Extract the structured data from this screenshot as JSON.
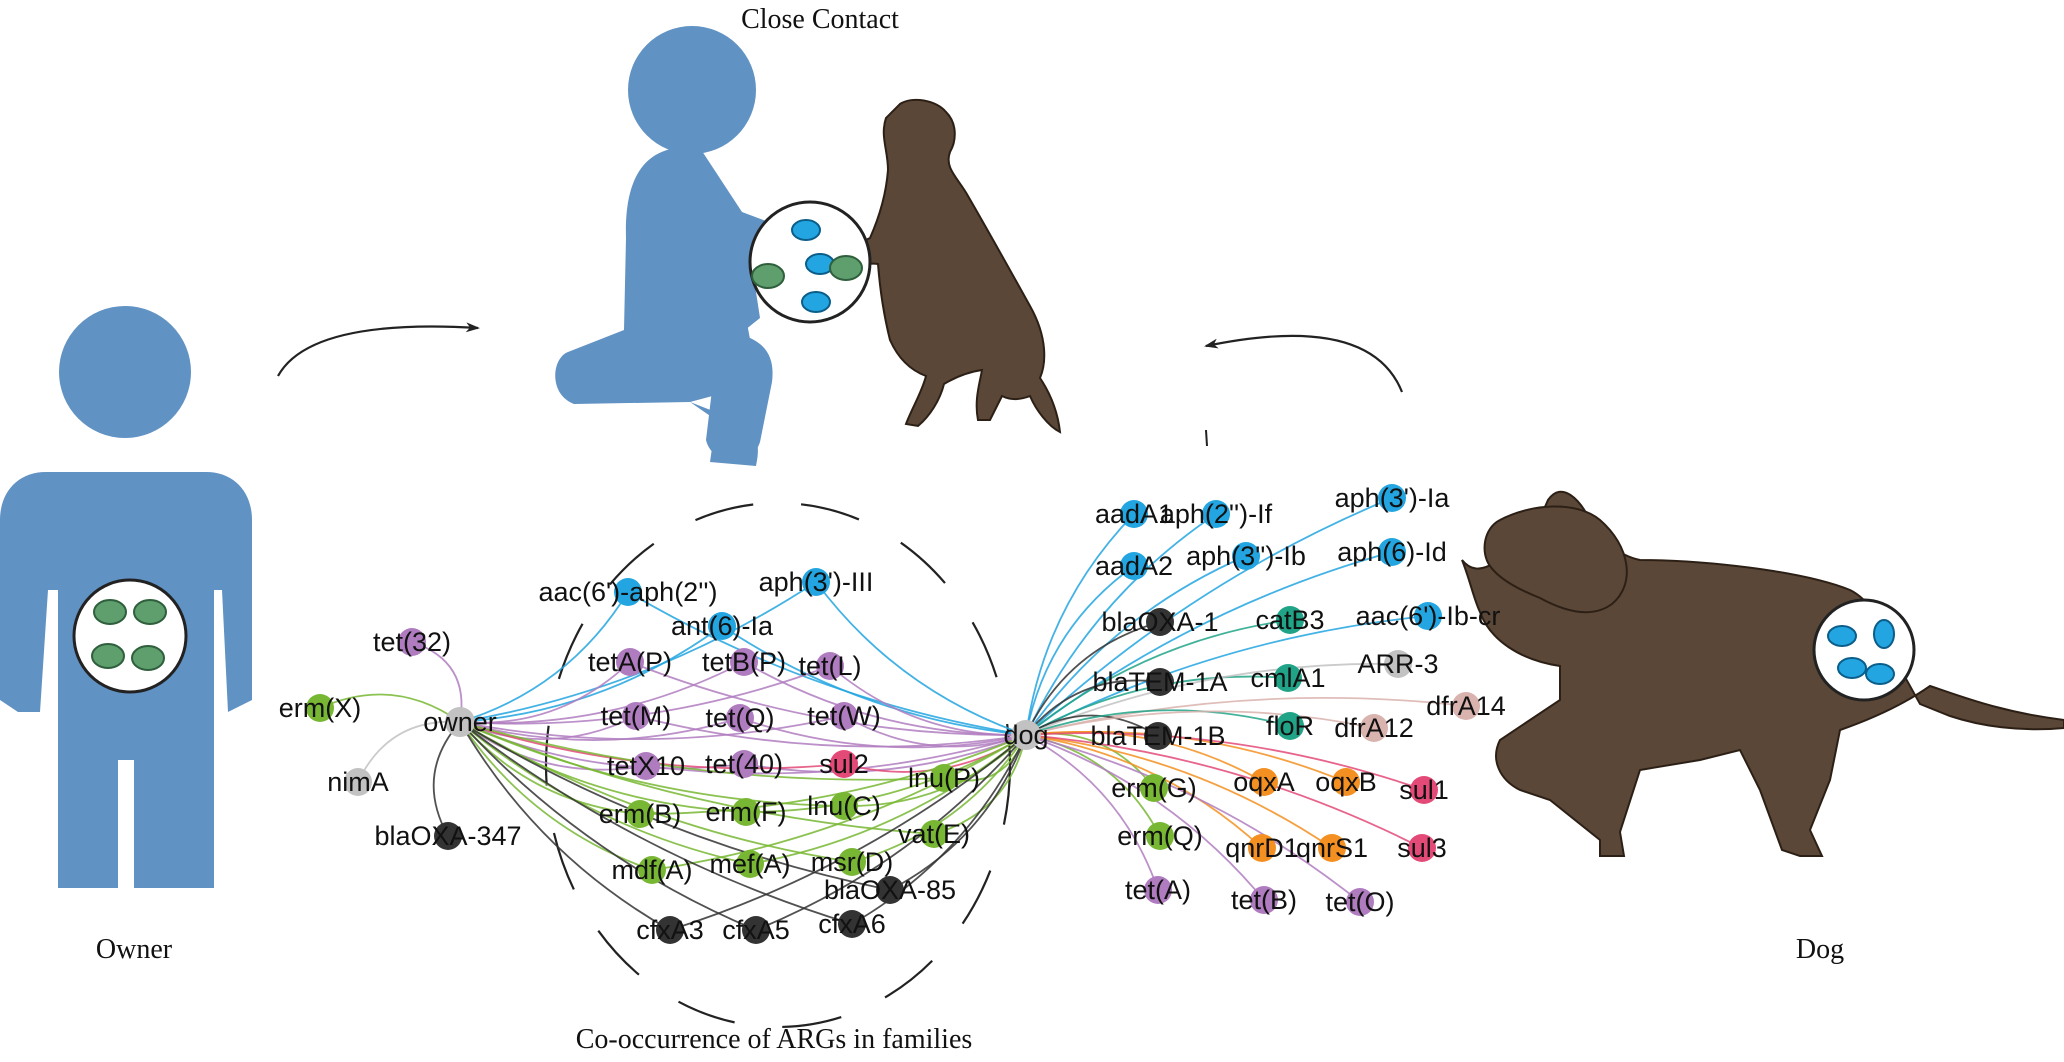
{
  "labels": {
    "close_contact": "Close Contact",
    "owner": "Owner",
    "dog": "Dog",
    "cooccurrence": "Co-occurrence of ARGs in families"
  },
  "colors": {
    "person": "#6092c4",
    "dog": "#5b4737",
    "aminoglycoside": "#22a5e0",
    "tetracycline": "#b07cc0",
    "mls": "#78b733",
    "betalactam": "#333333",
    "sulfonamide": "#e34a78",
    "phenicol": "#21a387",
    "quinolone": "#f39021",
    "trimethoprim": "#d9b3ae",
    "other": "#c2c2c2"
  },
  "network": {
    "hubs": [
      {
        "id": "owner",
        "label": "owner",
        "group": "other"
      },
      {
        "id": "dog",
        "label": "dog",
        "group": "other"
      }
    ],
    "genes": [
      {
        "label": "tet(32)",
        "group": "tetracycline",
        "links": [
          "owner"
        ]
      },
      {
        "label": "erm(X)",
        "group": "mls",
        "links": [
          "owner"
        ]
      },
      {
        "label": "nimA",
        "group": "other",
        "links": [
          "owner"
        ]
      },
      {
        "label": "blaOXA-347",
        "group": "betalactam",
        "links": [
          "owner"
        ]
      },
      {
        "label": "aac(6')-aph(2'')",
        "group": "aminoglycoside",
        "links": [
          "owner",
          "dog"
        ]
      },
      {
        "label": "aph(3')-III",
        "group": "aminoglycoside",
        "links": [
          "owner",
          "dog"
        ]
      },
      {
        "label": "ant(6)-Ia",
        "group": "aminoglycoside",
        "links": [
          "owner",
          "dog"
        ]
      },
      {
        "label": "tetA(P)",
        "group": "tetracycline",
        "links": [
          "owner",
          "dog"
        ]
      },
      {
        "label": "tetB(P)",
        "group": "tetracycline",
        "links": [
          "owner",
          "dog"
        ]
      },
      {
        "label": "tet(L)",
        "group": "tetracycline",
        "links": [
          "owner",
          "dog"
        ]
      },
      {
        "label": "tet(M)",
        "group": "tetracycline",
        "links": [
          "owner",
          "dog"
        ]
      },
      {
        "label": "tet(Q)",
        "group": "tetracycline",
        "links": [
          "owner",
          "dog"
        ]
      },
      {
        "label": "tet(W)",
        "group": "tetracycline",
        "links": [
          "owner",
          "dog"
        ]
      },
      {
        "label": "tetX10",
        "group": "tetracycline",
        "links": [
          "owner",
          "dog"
        ]
      },
      {
        "label": "tet(40)",
        "group": "tetracycline",
        "links": [
          "owner",
          "dog"
        ]
      },
      {
        "label": "sul2",
        "group": "sulfonamide",
        "links": [
          "owner",
          "dog"
        ]
      },
      {
        "label": "lnu(P)",
        "group": "mls",
        "links": [
          "owner",
          "dog"
        ]
      },
      {
        "label": "erm(B)",
        "group": "mls",
        "links": [
          "owner",
          "dog"
        ]
      },
      {
        "label": "erm(F)",
        "group": "mls",
        "links": [
          "owner",
          "dog"
        ]
      },
      {
        "label": "lnu(C)",
        "group": "mls",
        "links": [
          "owner",
          "dog"
        ]
      },
      {
        "label": "vat(E)",
        "group": "mls",
        "links": [
          "owner",
          "dog"
        ]
      },
      {
        "label": "mdf(A)",
        "group": "mls",
        "links": [
          "owner",
          "dog"
        ]
      },
      {
        "label": "mef(A)",
        "group": "mls",
        "links": [
          "owner",
          "dog"
        ]
      },
      {
        "label": "msr(D)",
        "group": "mls",
        "links": [
          "owner",
          "dog"
        ]
      },
      {
        "label": "blaOXA-85",
        "group": "betalactam",
        "links": [
          "owner",
          "dog"
        ]
      },
      {
        "label": "cfxA3",
        "group": "betalactam",
        "links": [
          "owner",
          "dog"
        ]
      },
      {
        "label": "cfxA5",
        "group": "betalactam",
        "links": [
          "owner",
          "dog"
        ]
      },
      {
        "label": "cfxA6",
        "group": "betalactam",
        "links": [
          "owner",
          "dog"
        ]
      },
      {
        "label": "aadA1",
        "group": "aminoglycoside",
        "links": [
          "dog"
        ]
      },
      {
        "label": "aph(2'')-If",
        "group": "aminoglycoside",
        "links": [
          "dog"
        ]
      },
      {
        "label": "aph(3')-Ia",
        "group": "aminoglycoside",
        "links": [
          "dog"
        ]
      },
      {
        "label": "aadA2",
        "group": "aminoglycoside",
        "links": [
          "dog"
        ]
      },
      {
        "label": "aph(3'')-Ib",
        "group": "aminoglycoside",
        "links": [
          "dog"
        ]
      },
      {
        "label": "aph(6)-Id",
        "group": "aminoglycoside",
        "links": [
          "dog"
        ]
      },
      {
        "label": "blaOXA-1",
        "group": "betalactam",
        "links": [
          "dog"
        ]
      },
      {
        "label": "catB3",
        "group": "phenicol",
        "links": [
          "dog"
        ]
      },
      {
        "label": "aac(6')-Ib-cr",
        "group": "aminoglycoside",
        "links": [
          "dog"
        ]
      },
      {
        "label": "blaTEM-1A",
        "group": "betalactam",
        "links": [
          "dog"
        ]
      },
      {
        "label": "cmlA1",
        "group": "phenicol",
        "links": [
          "dog"
        ]
      },
      {
        "label": "ARR-3",
        "group": "other",
        "links": [
          "dog"
        ]
      },
      {
        "label": "dfrA14",
        "group": "trimethoprim",
        "links": [
          "dog"
        ]
      },
      {
        "label": "blaTEM-1B",
        "group": "betalactam",
        "links": [
          "dog"
        ]
      },
      {
        "label": "floR",
        "group": "phenicol",
        "links": [
          "dog"
        ]
      },
      {
        "label": "dfrA12",
        "group": "trimethoprim",
        "links": [
          "dog"
        ]
      },
      {
        "label": "erm(G)",
        "group": "mls",
        "links": [
          "dog"
        ]
      },
      {
        "label": "oqxA",
        "group": "quinolone",
        "links": [
          "dog"
        ]
      },
      {
        "label": "oqxB",
        "group": "quinolone",
        "links": [
          "dog"
        ]
      },
      {
        "label": "sul1",
        "group": "sulfonamide",
        "links": [
          "dog"
        ]
      },
      {
        "label": "erm(Q)",
        "group": "mls",
        "links": [
          "dog"
        ]
      },
      {
        "label": "qnrD1",
        "group": "quinolone",
        "links": [
          "dog"
        ]
      },
      {
        "label": "qnrS1",
        "group": "quinolone",
        "links": [
          "dog"
        ]
      },
      {
        "label": "sul3",
        "group": "sulfonamide",
        "links": [
          "dog"
        ]
      },
      {
        "label": "tet(A)",
        "group": "tetracycline",
        "links": [
          "dog"
        ]
      },
      {
        "label": "tet(B)",
        "group": "tetracycline",
        "links": [
          "dog"
        ]
      },
      {
        "label": "tet(O)",
        "group": "tetracycline",
        "links": [
          "dog"
        ]
      }
    ]
  }
}
